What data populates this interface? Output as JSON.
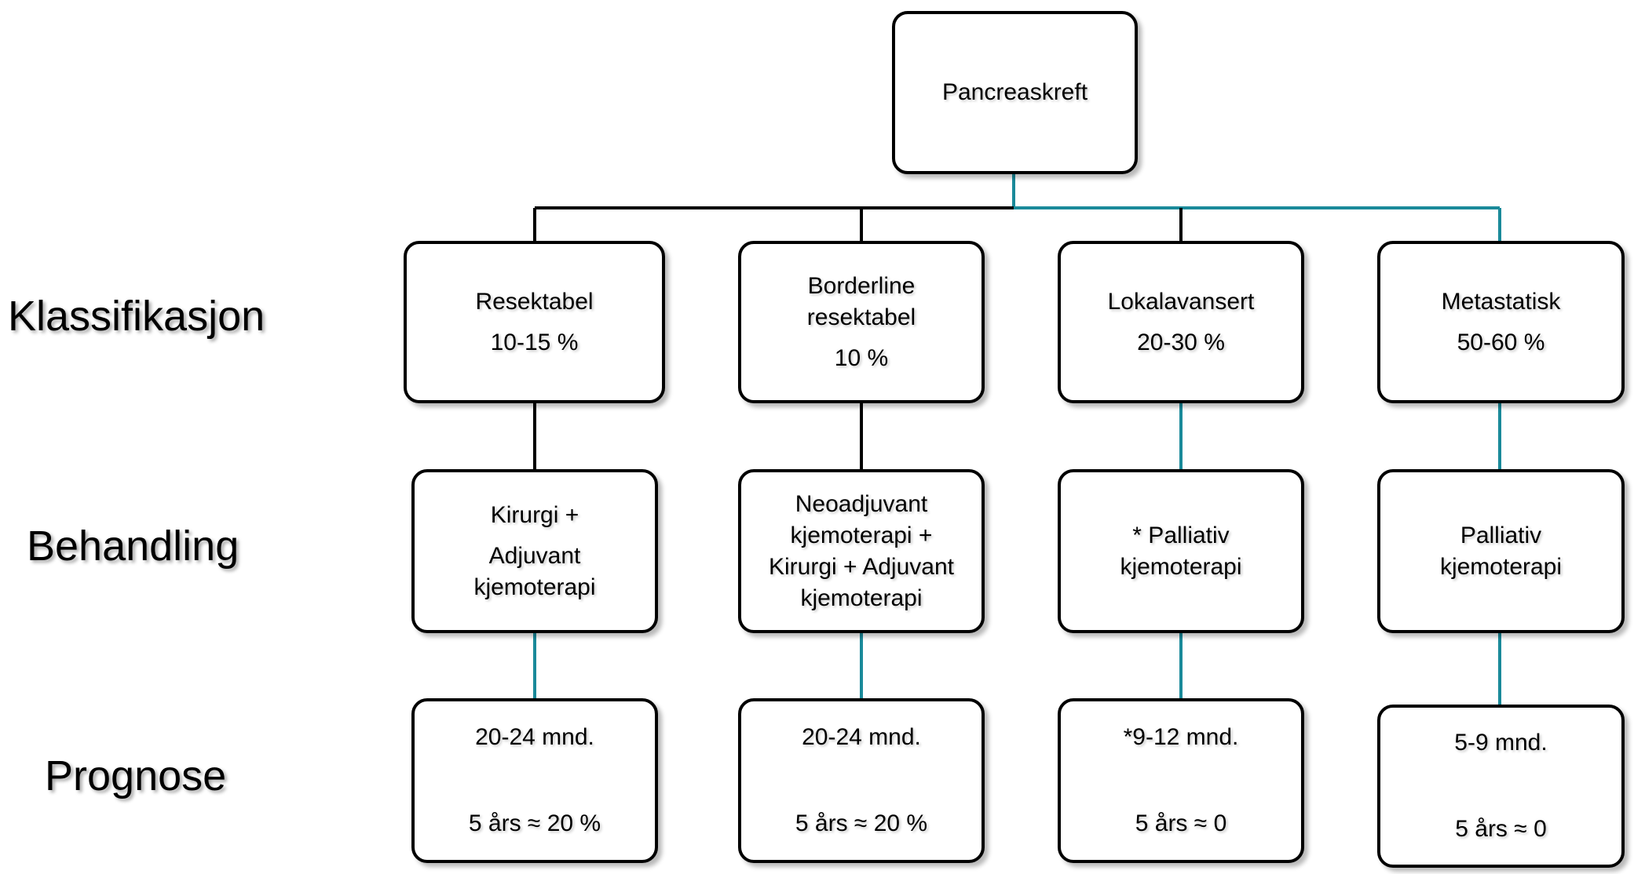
{
  "root": {
    "label": "Pancreaskreft"
  },
  "row_labels": {
    "classification": "Klassifikasjon",
    "treatment": "Behandling",
    "prognosis": "Prognose"
  },
  "columns": [
    {
      "classification": {
        "name_line1": "Resektabel",
        "name_line2": "",
        "share": "10-15 %"
      },
      "treatment": {
        "lines": [
          "Kirurgi +",
          "Adjuvant",
          "kjemoterapi"
        ]
      },
      "prognosis": {
        "survival": "20-24 mnd.",
        "five_year": "5 års  ≈ 20 %"
      }
    },
    {
      "classification": {
        "name_line1": "Borderline",
        "name_line2": "resektabel",
        "share": "10 %"
      },
      "treatment": {
        "lines": [
          "Neoadjuvant",
          "kjemoterapi +",
          "Kirurgi + Adjuvant",
          "kjemoterapi"
        ]
      },
      "prognosis": {
        "survival": "20-24 mnd.",
        "five_year": "5 års  ≈ 20 %"
      }
    },
    {
      "classification": {
        "name_line1": "Lokalavansert",
        "name_line2": "",
        "share": "20-30 %"
      },
      "treatment": {
        "lines": [
          "* Palliativ",
          "kjemoterapi"
        ]
      },
      "prognosis": {
        "survival": "*9-12  mnd.",
        "five_year": "5 års ≈ 0"
      }
    },
    {
      "classification": {
        "name_line1": "Metastatisk",
        "name_line2": "",
        "share": "50-60 %"
      },
      "treatment": {
        "lines": [
          "Palliativ",
          "kjemoterapi"
        ]
      },
      "prognosis": {
        "survival": "5-9  mnd.",
        "five_year": "5 års ≈ 0"
      }
    }
  ],
  "colors": {
    "black_line": "#000000",
    "teal_line": "#1a8a9a"
  }
}
